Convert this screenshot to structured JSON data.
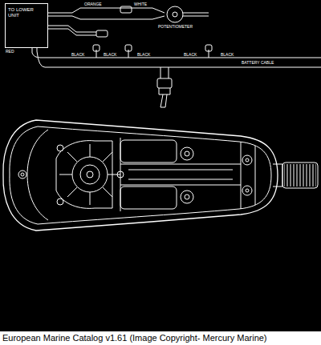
{
  "diagram": {
    "caption": "European Marine Catalog v1.61 (Image Copyright- Mercury Marine)",
    "nodes": [
      {
        "text": [
          "TO LOWER UNIT"
        ]
      }
    ],
    "labels": [
      "ORANGE",
      "WHITE",
      "POTENTIOMETER",
      "RED",
      "BLACK",
      "BLACK",
      "BLACK",
      "BLACK",
      "BLACK",
      "BATTERY CABLE"
    ]
  }
}
